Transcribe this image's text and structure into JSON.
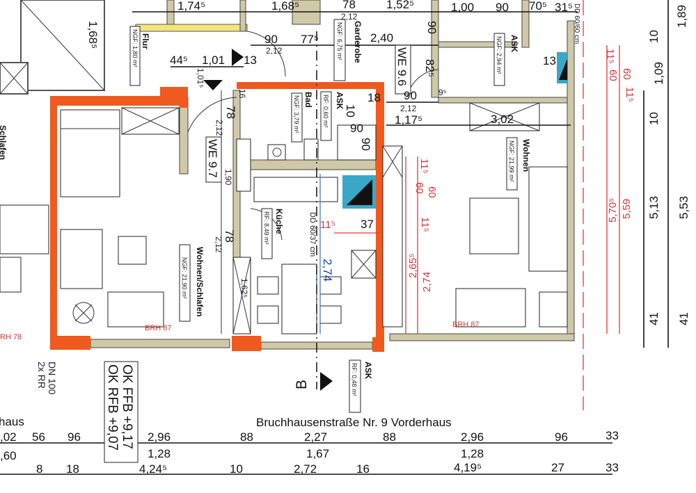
{
  "title": "Bruchhausenstraße Nr. 9 Vorderhaus",
  "partial_left": "haus",
  "partial_room": "Schlafen",
  "rooms": {
    "flur": {
      "name": "Flur",
      "area": "NGF: 1,80 m²"
    },
    "garderobe": {
      "name": "Garderobe",
      "area": "NGF: 6,75 m²"
    },
    "bad": {
      "name": "Bad",
      "area": "NGF: 3,79 m²"
    },
    "ask_bad": {
      "name": "ASK",
      "area": "RF: 0,60 m²"
    },
    "kueche": {
      "name": "Küche",
      "area": "RF: 8,49 m²"
    },
    "wohnen_schlafen": {
      "name": "Wohnen/Schlafen",
      "area": "NGF: 21,90 m²"
    },
    "wohnen": {
      "name": "Wohnen",
      "area": "NGF: 21,99 m²"
    },
    "ask_right": {
      "name": "ASK",
      "area": "NGF: 2,94 m²"
    },
    "ask_bottom": {
      "name": "ASK",
      "area": "RF: 0,48 m²"
    }
  },
  "units": [
    "WE 9.7",
    "WE 9.6"
  ],
  "section_mark": "B",
  "levels": [
    "OK RFB +9,07",
    "OK FFB +9,17"
  ],
  "pipe": [
    "2x RR",
    "DN 100"
  ],
  "brh": [
    "BRH 87",
    "BRH 87",
    "RH 78"
  ],
  "dd": [
    "DD 60/37 cm",
    "DD 60/60 cm"
  ],
  "colors": {
    "wall_accent": "#f05a1e",
    "dim_red": "#dd3333"
  },
  "dims": [
    "1,74⁵",
    "1,68⁵",
    "78",
    "2,12",
    "1,52⁵",
    "1,00",
    "90",
    "70⁵",
    "31⁵",
    "2,40",
    "90",
    "77⁵",
    "44⁵",
    "1,01",
    "13",
    "2,12",
    "90",
    "82⁵",
    "90",
    "2,12",
    "1,17⁵",
    "3,02",
    "10",
    "90",
    "90",
    "1,90",
    "78",
    "2,12",
    "78",
    "2,12",
    "11⁵",
    "37",
    "1,62⁵",
    "2,74",
    "13",
    "1,89",
    "10",
    "1,09",
    "10",
    "5,53",
    "5,13",
    "41",
    "41",
    "9⁵",
    "18",
    "1,01⁵",
    "16"
  ],
  "red_dims": [
    "11⁵",
    "60",
    "60",
    "11⁵",
    "5,70⁵",
    "5,59",
    "11⁵",
    "60",
    "60",
    "11⁵",
    "2,65⁵",
    "2,74"
  ],
  "bottom_row1": [
    ",02",
    "56",
    "96",
    "2,96",
    "88",
    "2,27",
    "88",
    "2,96",
    "96",
    "33"
  ],
  "bottom_row2": [
    ",60",
    "1,28",
    "1,67",
    "1,28"
  ],
  "bottom_row3": [
    "8",
    "18",
    "4,24⁵",
    "10",
    "2,72",
    "16",
    "4,19⁵",
    "27",
    "33"
  ]
}
